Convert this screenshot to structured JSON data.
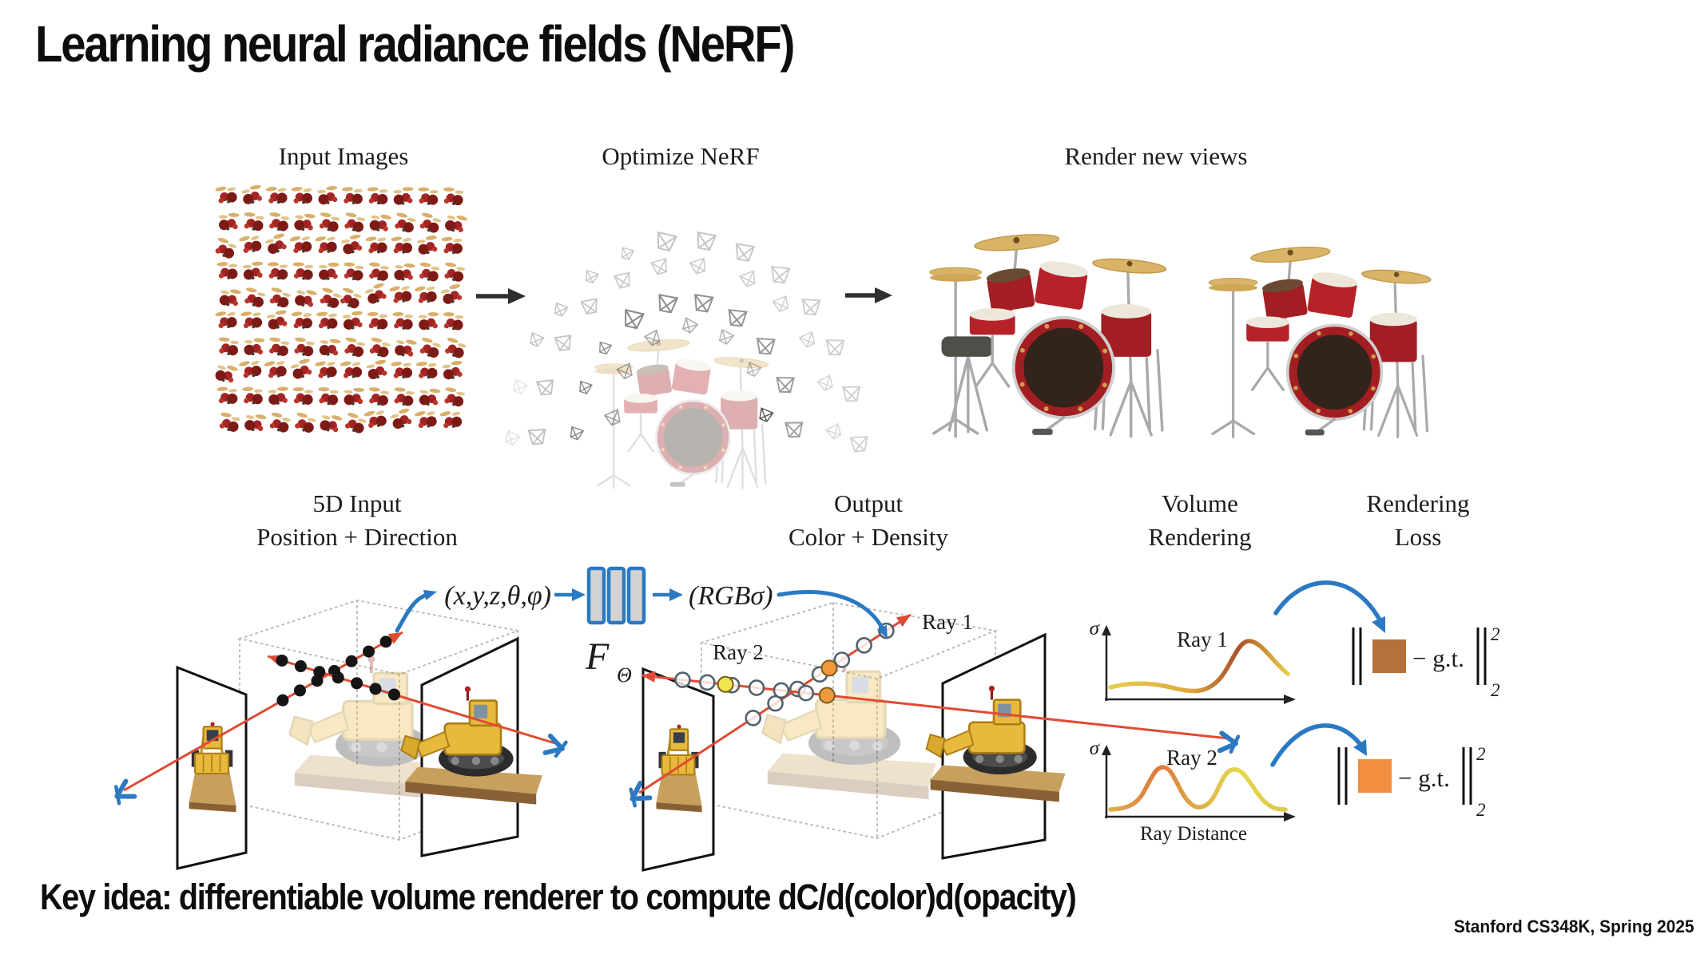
{
  "slide": {
    "title": "Learning neural radiance fields (NeRF)",
    "key_idea": "Key idea: differentiable volume renderer to compute dC/d(color)d(opacity)",
    "footer": "Stanford CS348K, Spring 2025"
  },
  "pipeline": {
    "input_images_label": "Input Images",
    "optimize_label": "Optimize NeRF",
    "render_label": "Render new views"
  },
  "figure": {
    "headers": {
      "input": {
        "line1": "5D Input",
        "line2": "Position + Direction"
      },
      "output": {
        "line1": "Output",
        "line2": "Color + Density"
      },
      "volume": {
        "line1": "Volume",
        "line2": "Rendering"
      },
      "loss": {
        "line1": "Rendering",
        "line2": "Loss"
      }
    },
    "input_tuple": "(x,y,z,θ,φ)",
    "network_F": "F",
    "network_theta": "Θ",
    "output_tuple": "(RGBσ)",
    "ray1_label": "Ray 1",
    "ray2_label": "Ray 2",
    "sigma_label": "σ",
    "ray_distance_label": "Ray Distance",
    "loss_expr": {
      "minus_gt": "− g.t.",
      "superscript": "2",
      "subscript": "2"
    },
    "colors": {
      "arrow_blue": "#2b79c2",
      "ray_red": "#e04b33",
      "loss1_square": "#b5713c",
      "loss2_square": "#f28f3f",
      "drum_red": "#a31e22",
      "cymbal_tan": "#d9b368",
      "dozer_yellow": "#e9b93d"
    }
  }
}
